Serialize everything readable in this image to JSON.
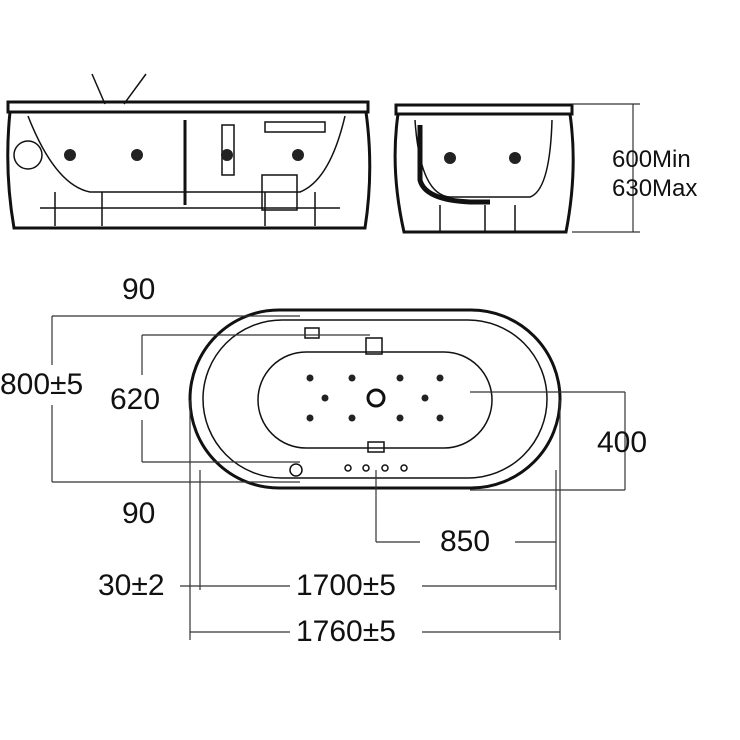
{
  "side_view": {
    "height_min": "600Min",
    "height_max": "630Max"
  },
  "plan_view": {
    "dim_top_offset": "90",
    "dim_width_outer": "800±5",
    "dim_width_inner": "620",
    "dim_bowl_width": "400",
    "dim_bottom_offset": "90",
    "dim_drain_position": "850",
    "dim_rim": "30±2",
    "dim_length_inner": "1700±5",
    "dim_length_outer": "1760±5"
  }
}
